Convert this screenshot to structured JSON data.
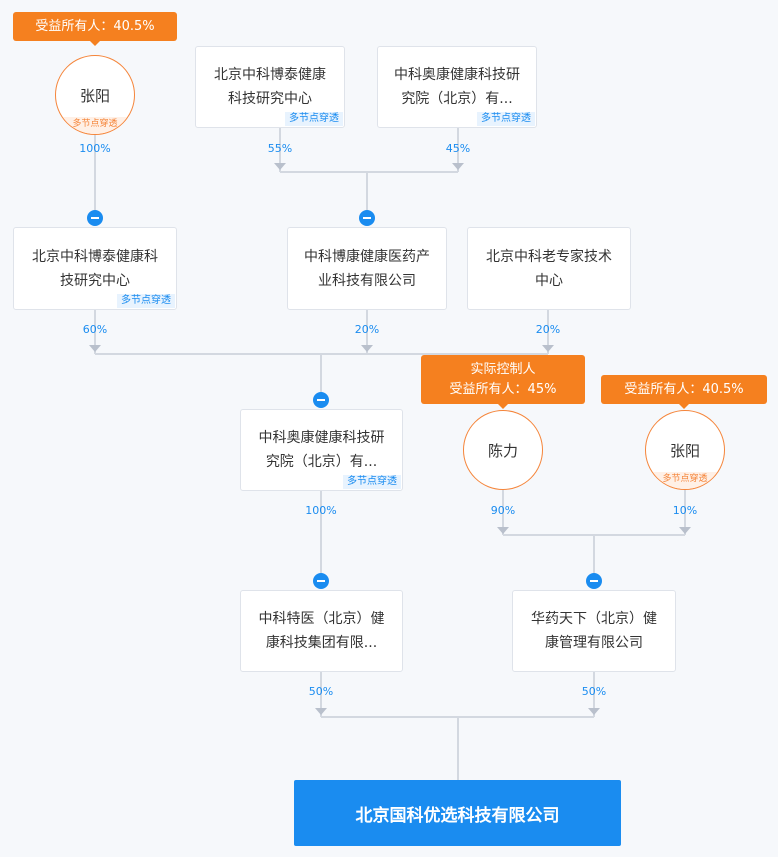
{
  "badge_label": "多节点穿透",
  "people": {
    "zhang_top": {
      "name": "张阳",
      "tag": "受益所有人：40.5%"
    },
    "chen": {
      "name": "陈力",
      "tag_line1": "实际控制人",
      "tag_line2": "受益所有人：45%"
    },
    "zhang_right": {
      "name": "张阳",
      "tag": "受益所有人：40.5%"
    }
  },
  "companies": {
    "a": "北京中科博泰健康科技研究中心",
    "b": "中科奥康健康科技研究院（北京）有...",
    "c": "北京中科博泰健康科技研究中心",
    "d": "中科博康健康医药产业科技有限公司",
    "e": "北京中科老专家技术中心",
    "f": "中科奥康健康科技研究院（北京）有...",
    "g": "中科特医（北京）健康科技集团有限...",
    "h": "华药天下（北京）健康管理有限公司"
  },
  "target": "北京国科优选科技有限公司",
  "percents": {
    "zhang_to_c": "100%",
    "a_to_d": "55%",
    "b_to_d": "45%",
    "c_to_f": "60%",
    "d_to_f": "20%",
    "e_to_f": "20%",
    "f_to_g": "100%",
    "chen_to_h": "90%",
    "zhang_to_h": "10%",
    "g_to_target": "50%",
    "h_to_target": "50%"
  },
  "colors": {
    "accent": "#1a8cf0",
    "beneficiary": "#f5801f"
  }
}
